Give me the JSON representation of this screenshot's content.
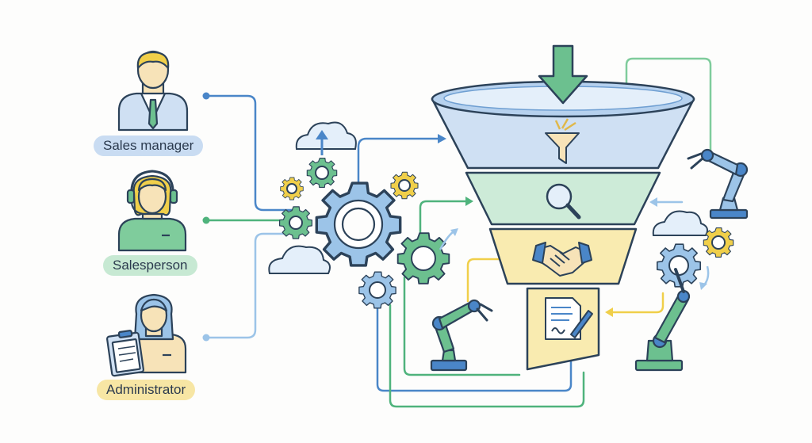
{
  "roles": {
    "sales_manager": "Sales manager",
    "salesperson": "Salesperson",
    "administrator": "Administrator"
  },
  "colors": {
    "blue": "#4a86c8",
    "blue_light": "#cfe0f3",
    "green": "#4fb37c",
    "green_light": "#cdebd8",
    "yellow": "#f0cf4a",
    "yellow_light": "#f9ebb0",
    "outline": "#2c4259",
    "skin": "#f7e3b8"
  },
  "icons": [
    "person-tie-icon",
    "headset-person-icon",
    "clipboard-person-icon",
    "cloud-icon",
    "gear-icon",
    "funnel-icon",
    "magnifier-icon",
    "handshake-icon",
    "contract-signature-icon",
    "robot-arm-icon",
    "arrow-down-icon"
  ]
}
